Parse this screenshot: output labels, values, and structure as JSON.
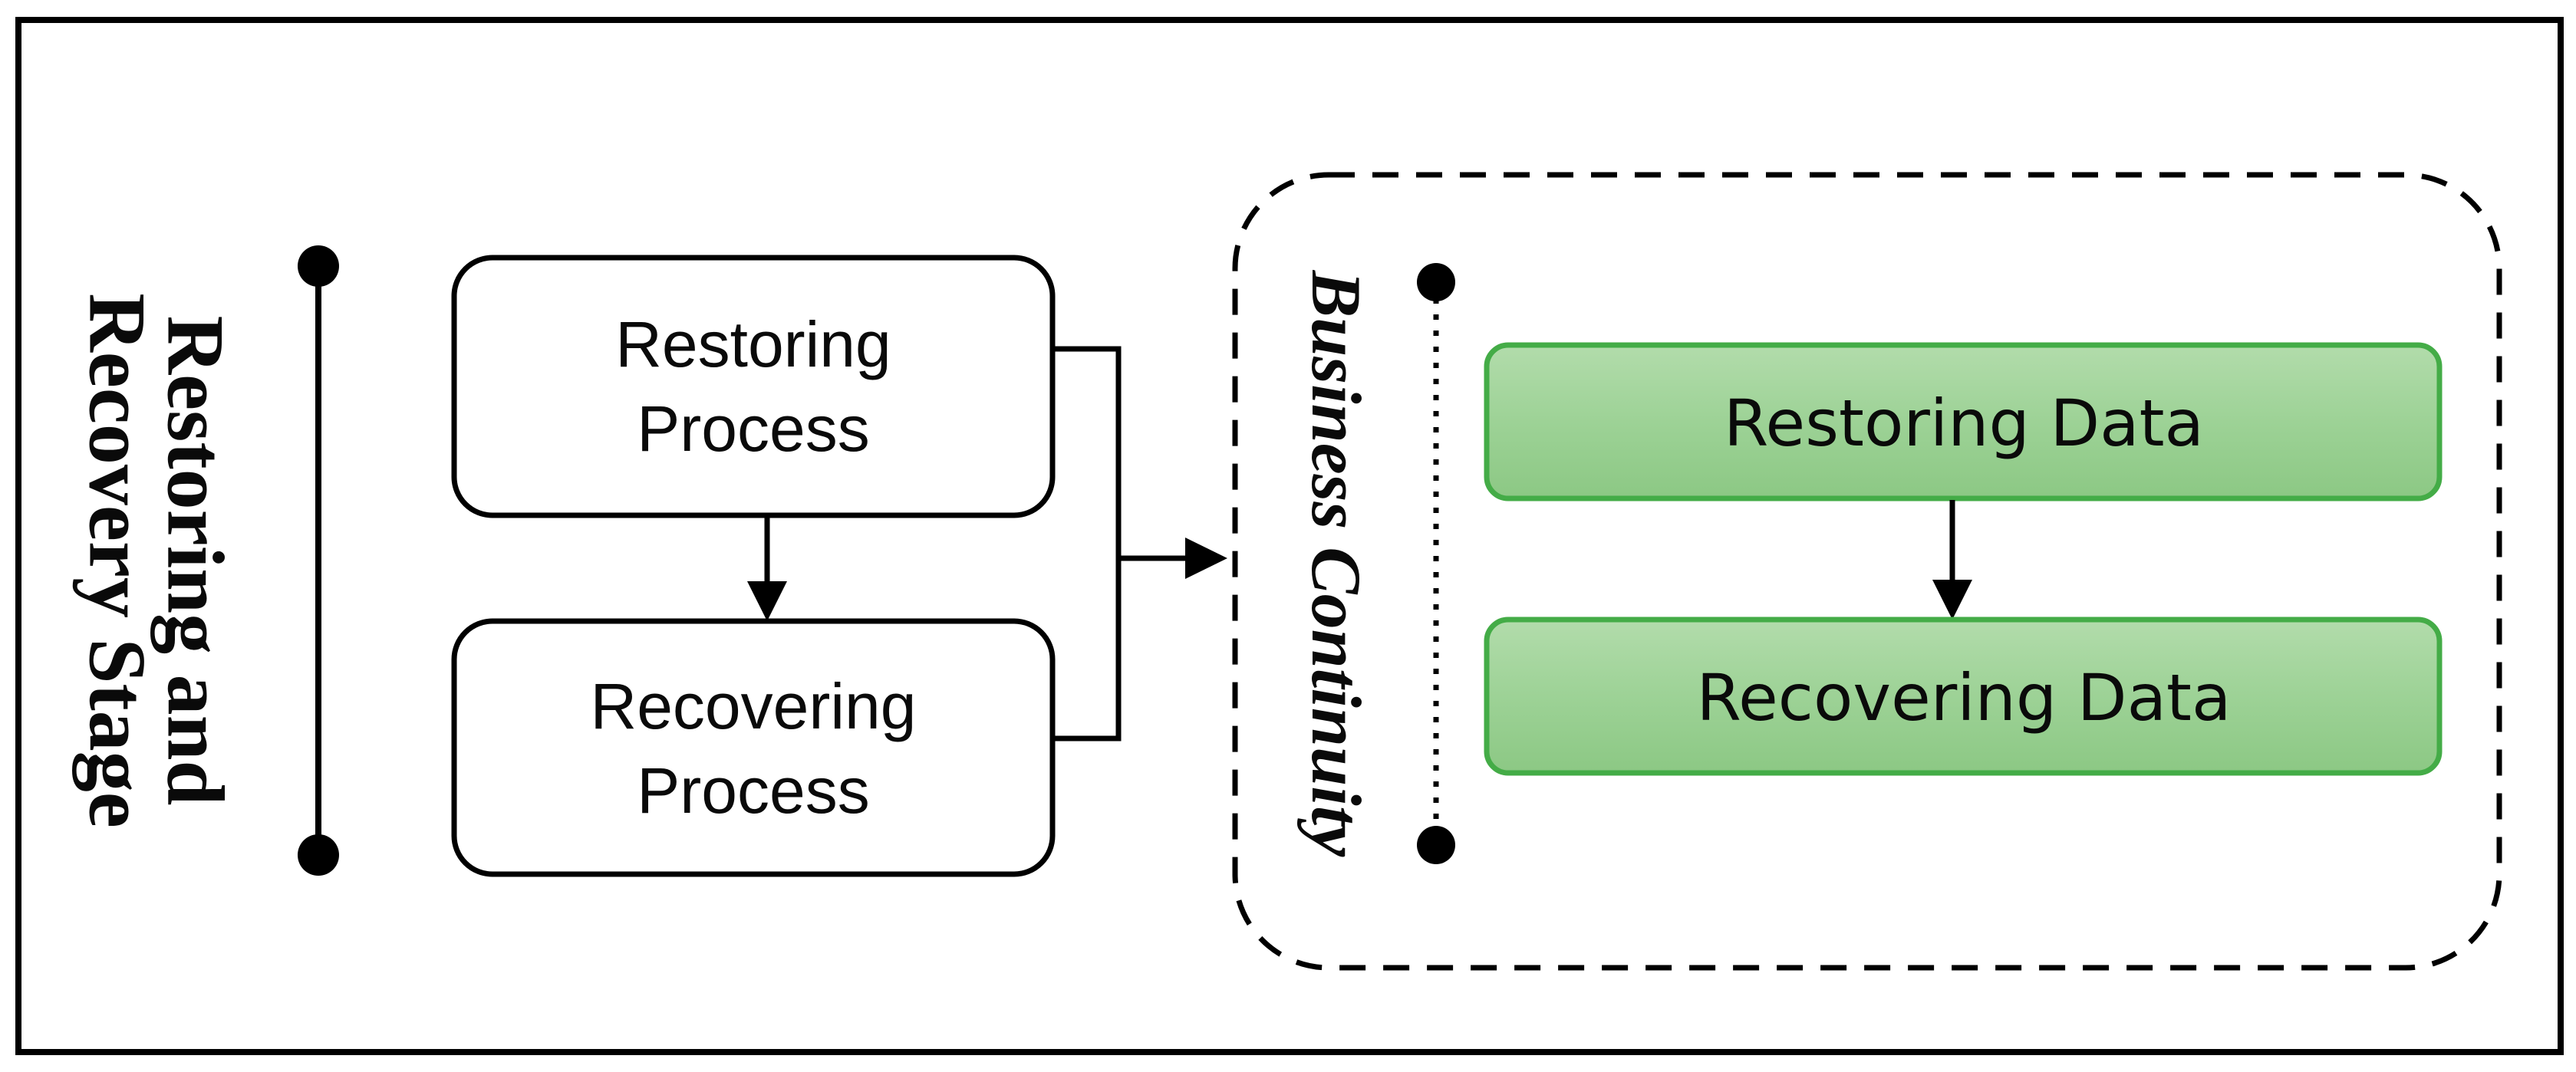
{
  "diagram": {
    "stage": {
      "title_line1": "Restoring and",
      "title_line2": "Recovery Stage",
      "process_box_1": {
        "line1": "Restoring",
        "line2": "Process"
      },
      "process_box_2": {
        "line1": "Recovering",
        "line2": "Process"
      }
    },
    "business_continuity": {
      "title": "Business Continuity",
      "data_box_1": "Restoring Data",
      "data_box_2": "Recovering Data"
    },
    "colors": {
      "line": "#000000",
      "background": "#ffffff",
      "data_box_border": "#44ac47",
      "data_box_fill_top": "#b2dcab",
      "data_box_fill_mid": "#9dd296",
      "data_box_fill_bottom": "#8cc884"
    }
  }
}
